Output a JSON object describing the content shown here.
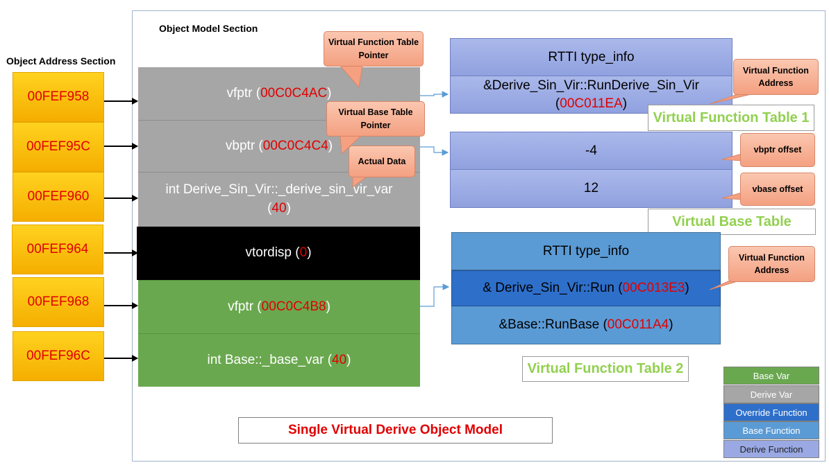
{
  "titles": {
    "object_address_section": "Object Address Section",
    "object_model_section": "Object Model Section",
    "diagram_title": "Single  Virtual Derive Object Model"
  },
  "addresses": [
    "00FEF958",
    "00FEF95C",
    "00FEF960",
    "00FEF964",
    "00FEF968",
    "00FEF96C"
  ],
  "object_model": {
    "vfptr1": {
      "label": "vfptr (",
      "value": "00C0C4AC",
      "close": ")"
    },
    "vbptr": {
      "label": "vbptr (",
      "value": "00C0C4C4",
      "close": ")"
    },
    "derive_var": {
      "label": "int Derive_Sin_Vir::_derive_sin_vir_var",
      "open": "(",
      "value": "40",
      "close": ")"
    },
    "vtordisp": {
      "label": "vtordisp (",
      "value": "0",
      "close": ")"
    },
    "vfptr2": {
      "label": "vfptr (",
      "value": "00C0C4B8",
      "close": ")"
    },
    "base_var": {
      "label": "int Base::_base_var (",
      "value": "40",
      "close": ")"
    }
  },
  "callouts": {
    "vft_pointer": "Virtual Function Table Pointer",
    "vbt_pointer": "Virtual Base Table Pointer",
    "actual_data": "Actual Data",
    "vf_address_1": "Virtual Function Address",
    "vbptr_offset": "vbptr offset",
    "vbase_offset": "vbase offset",
    "vf_address_2": "Virtual Function Address"
  },
  "vftable1": {
    "rtti": "RTTI type_info",
    "entry_label": "&Derive_Sin_Vir::RunDerive_Sin_Vir",
    "entry_open": "(",
    "entry_value": "00C011EA",
    "entry_close": ")",
    "title": "Virtual Function Table 1"
  },
  "vbtable": {
    "row1": "-4",
    "row2": "12",
    "title": "Virtual Base Table"
  },
  "vftable2": {
    "rtti": "RTTI type_info",
    "entry1_label": "& Derive_Sin_Vir::Run (",
    "entry1_value": "00C013E3",
    "entry1_close": ")",
    "entry2_label": "&Base::RunBase (",
    "entry2_value": "00C011A4",
    "entry2_close": ")",
    "title": "Virtual Function Table 2"
  },
  "legend": [
    "Base Var",
    "Derive Var",
    "Override Function",
    "Base Function",
    "Derive Function"
  ],
  "colors": {
    "derive_var": "#a6a6a6",
    "base_var": "#6aa84f",
    "vtordisp": "#000000",
    "address": "#ffc000",
    "override_function": "#2e6fca",
    "base_function": "#5b9bd5",
    "derive_function": "#9aa9e3",
    "value_text": "#e00000",
    "table_title": "#92d050"
  }
}
